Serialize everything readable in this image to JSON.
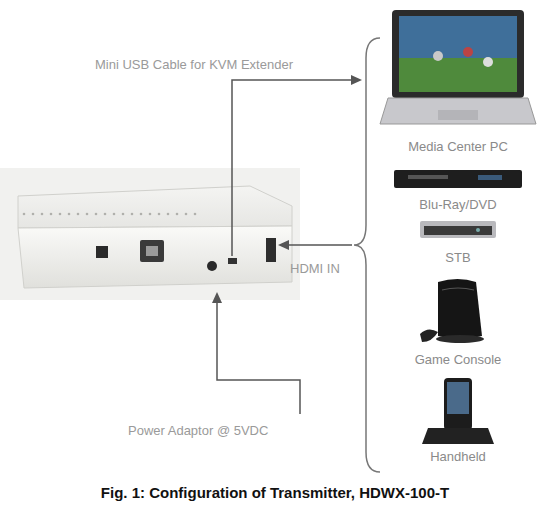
{
  "diagram": {
    "caption": "Fig. 1: Configuration of Transmitter, HDWX-100-T",
    "nodes": [
      {
        "text": [
          "Media Center PC"
        ]
      },
      {
        "text": [
          "Blu-Ray/DVD"
        ]
      },
      {
        "text": [
          "STB"
        ]
      },
      {
        "text": [
          "Game Console"
        ]
      },
      {
        "text": [
          "Handheld"
        ]
      }
    ],
    "labels": [
      "Mini USB Cable for KVM Extender",
      "HDMI IN",
      "Power Adaptor @ 5VDC"
    ]
  }
}
